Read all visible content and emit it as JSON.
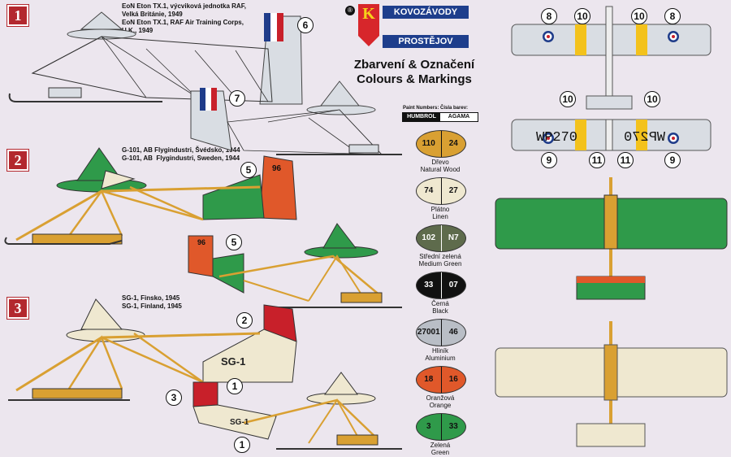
{
  "logo": {
    "badge": "K",
    "reg": "®",
    "top": "KOVOZÁVODY",
    "bottom": "PROSTĚJOV"
  },
  "titles": {
    "cz": "Zbarvení & Označení",
    "en": "Colours & Markings"
  },
  "paint_header": {
    "line1": "Paint Numbers: Čísla barev:",
    "humbrol": "HUMBROL",
    "agama": "AGAMA"
  },
  "schemes": [
    {
      "num": "1",
      "caption": "EoN Eton TX.1, výcviková jednotka RAF,\nVelká Británie, 1949\nEoN Eton TX.1, RAF Air Training Corps,\nU.K., 1949"
    },
    {
      "num": "2",
      "caption": "G-101, AB Flygindustri, Švédsko, 1944\nG-101, AB  Flygindustri, Sweden, 1944"
    },
    {
      "num": "3",
      "caption": "SG-1, Finsko, 1945\nSG-1, Finland, 1945"
    }
  ],
  "paints": [
    {
      "h": "110",
      "a": "24",
      "color": "#d9a032",
      "cz": "Dřevo",
      "en": "Natural Wood",
      "textcolor": "#111"
    },
    {
      "h": "74",
      "a": "27",
      "color": "#efe8d0",
      "cz": "Plátno",
      "en": "Linen",
      "textcolor": "#111"
    },
    {
      "h": "102",
      "a": "N7",
      "color": "#5e6b4c",
      "cz": "Střední zelená",
      "en": "Medium Green",
      "textcolor": "#fff"
    },
    {
      "h": "33",
      "a": "07",
      "color": "#111111",
      "cz": "Černá",
      "en": "Black",
      "textcolor": "#fff"
    },
    {
      "h": "27001",
      "a": "46",
      "color": "#b9bec6",
      "cz": "Hliník",
      "en": "Aluminium",
      "textcolor": "#111"
    },
    {
      "h": "18",
      "a": "16",
      "color": "#e0582a",
      "cz": "Oranžová",
      "en": "Orange",
      "textcolor": "#111"
    },
    {
      "h": "3",
      "a": "33",
      "color": "#2f9a4a",
      "cz": "Zelená",
      "en": "Green",
      "textcolor": "#111"
    }
  ],
  "markers": {
    "m6": "6",
    "m7": "7",
    "m5a": "5",
    "m5b": "5",
    "m2": "2",
    "m3": "3",
    "m1a": "1",
    "m1b": "1",
    "m8a": "8",
    "m10a": "10",
    "m10b": "10",
    "m8b": "8",
    "m10c": "10",
    "m10d": "10",
    "m9a": "9",
    "m11a": "11",
    "m11b": "11",
    "m9b": "9"
  },
  "labels": {
    "serial": "WP270",
    "serial_mirror": "WP270",
    "sg1a": "SG-1",
    "sg1b": "SG-1",
    "tail96a": "96",
    "tail96b": "96"
  },
  "colors": {
    "accent_red": "#b3282e",
    "green": "#2f9a4a",
    "orange": "#e0582a",
    "wood": "#d9a032",
    "linen": "#efe8d0",
    "silver": "#d9dde3",
    "yellow": "#f3c21c"
  }
}
